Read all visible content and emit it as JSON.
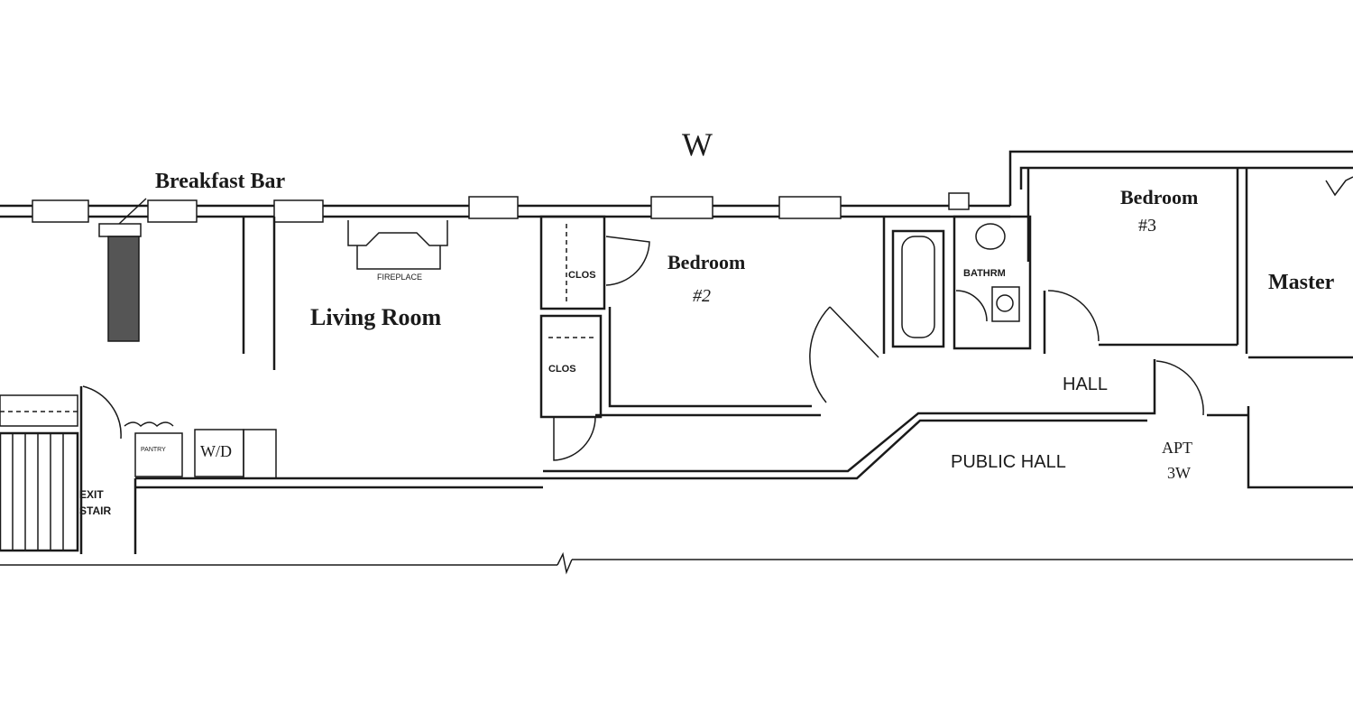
{
  "compass": "W",
  "labels": {
    "breakfast_bar": "Breakfast Bar",
    "living_room": "Living Room",
    "fireplace": "FIREPLACE",
    "clos_upper": "CLOS",
    "clos_lower": "CLOS",
    "bedroom2_name": "Bedroom",
    "bedroom2_num": "#2",
    "bathroom": "BATHRM",
    "bedroom3_name": "Bedroom",
    "bedroom3_num": "#3",
    "master": "Master",
    "hall": "HALL",
    "public_hall": "PUBLIC HALL",
    "apt": "APT",
    "apt_num": "3W",
    "wd": "W/D",
    "pantry": "PANTRY",
    "exit_stair_1": "EXIT",
    "exit_stair_2": "STAIR"
  }
}
